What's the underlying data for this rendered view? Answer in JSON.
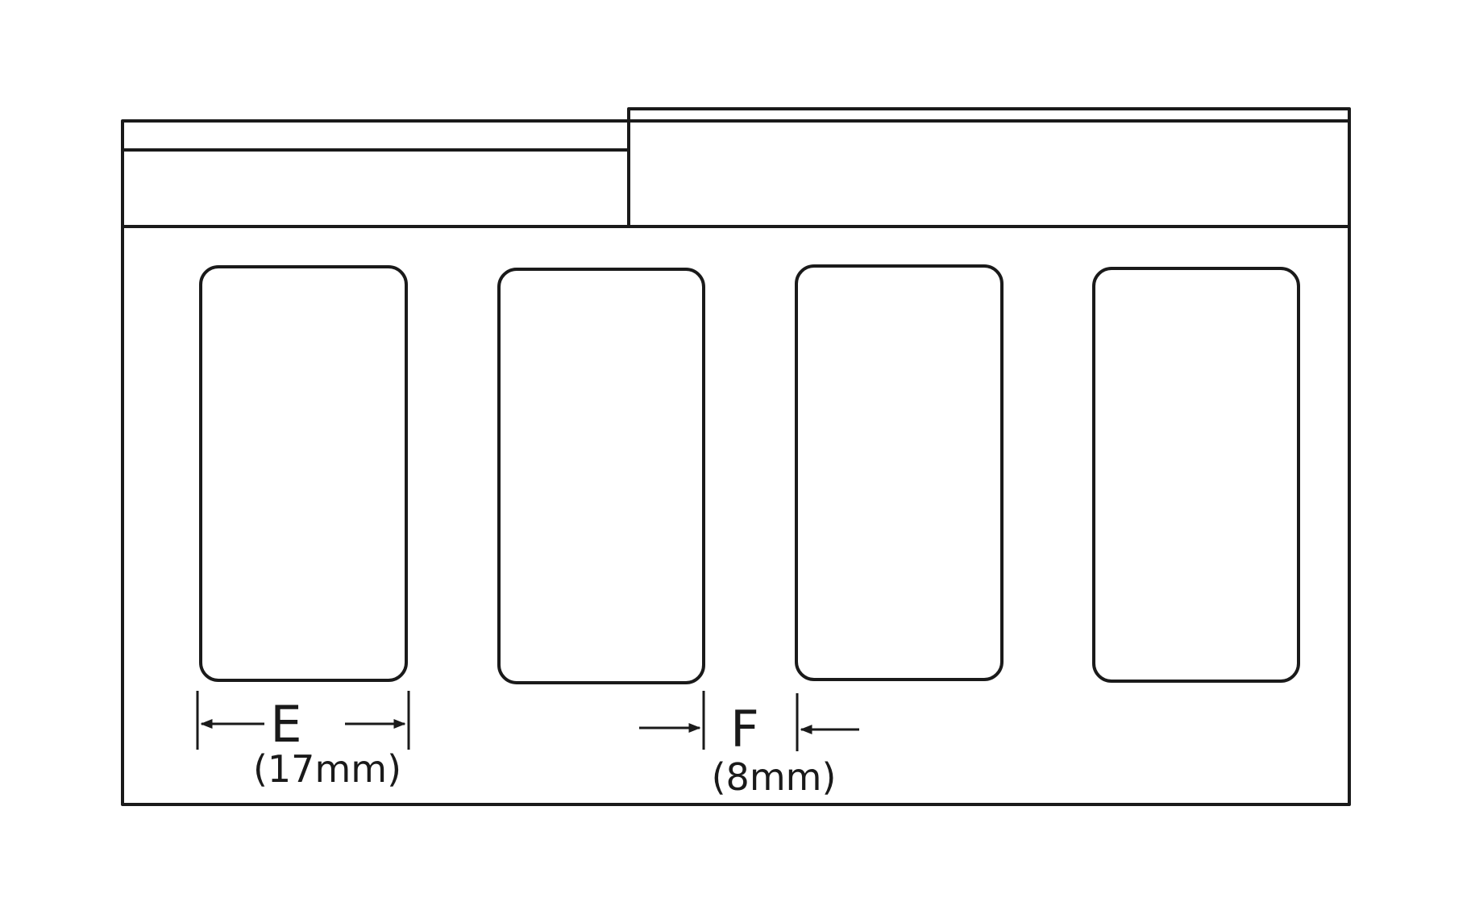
{
  "dimensions": {
    "e": {
      "letter": "E",
      "value": "(17mm)"
    },
    "f": {
      "letter": "F",
      "value": "(8mm)"
    }
  },
  "colors": {
    "stroke": "#1a1a1a",
    "background": "#ffffff"
  }
}
